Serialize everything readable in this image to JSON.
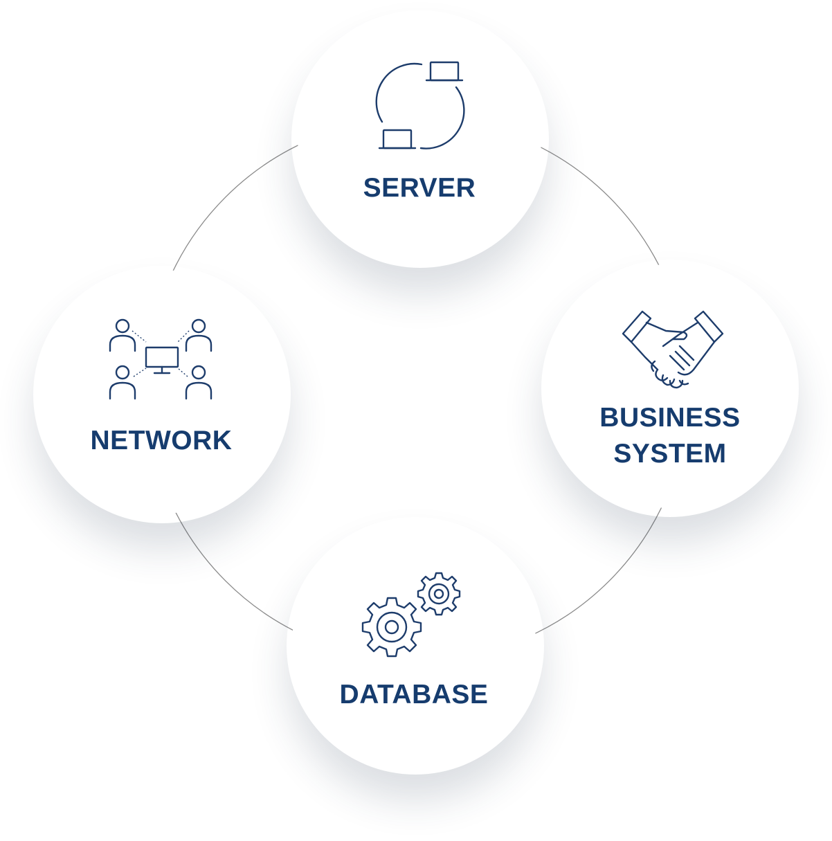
{
  "nodes": {
    "server": {
      "label": "SERVER",
      "icon": "laptop-sync-icon"
    },
    "business": {
      "label_line1": "BUSINESS",
      "label_line2": "SYSTEM",
      "icon": "handshake-icon"
    },
    "network": {
      "label": "NETWORK",
      "icon": "network-users-icon"
    },
    "database": {
      "label": "DATABASE",
      "icon": "gears-icon"
    }
  },
  "colors": {
    "ring_light": "#0a6fc8",
    "ring_dark": "#0c3566",
    "text": "#163c6e",
    "icon": "#1d3c6b",
    "connector": "#8a8a8a"
  }
}
